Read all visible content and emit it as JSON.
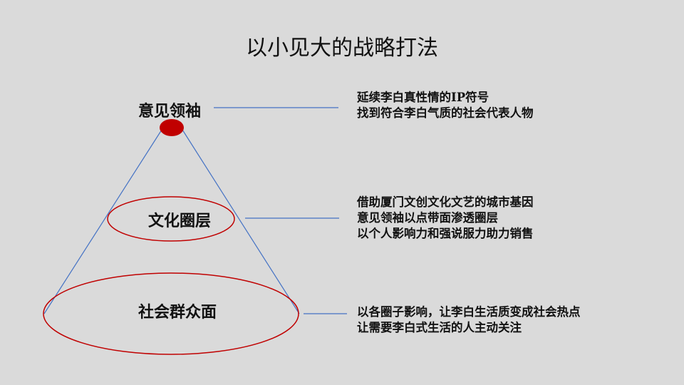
{
  "slide": {
    "title": "以小见大的战略打法",
    "colors": {
      "background": "#dadada",
      "ellipse_stroke": "#c00000",
      "dot_fill": "#c00000",
      "line_color": "#4472c4"
    }
  },
  "levels": [
    {
      "label": "意见领袖",
      "description": [
        "延续李白真性情的IP符号",
        "找到符合李白气质的社会代表人物"
      ]
    },
    {
      "label": "文化圈层",
      "description": [
        "借助厦门文创文化文艺的城市基因",
        "意见领袖以点带面渗透圈层",
        "以个人影响力和强说服力助力销售"
      ]
    },
    {
      "label": "社会群众面",
      "description": [
        "以各圈子影响，让李白生活质变成社会热点",
        "让需要李白式生活的人主动关注"
      ]
    }
  ]
}
